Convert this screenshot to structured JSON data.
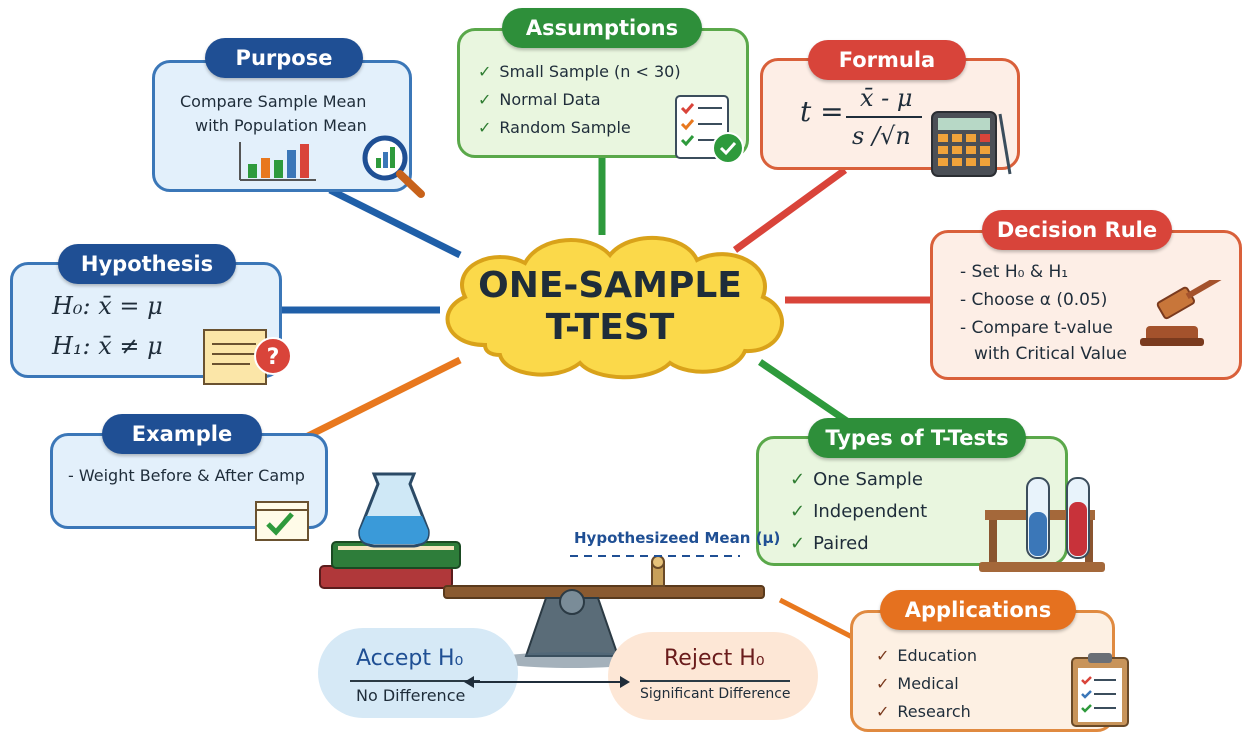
{
  "center": {
    "line1": "ONE-SAMPLE",
    "line2": "T-TEST"
  },
  "purpose": {
    "title": "Purpose",
    "text_line1": "Compare Sample Mean",
    "text_line2": "with Population Mean"
  },
  "assumptions": {
    "title": "Assumptions",
    "items": [
      {
        "check": "✓",
        "label": "Small Sample (n < 30)"
      },
      {
        "check": "✓",
        "label": "Normal Data"
      },
      {
        "check": "✓",
        "label": "Random Sample"
      }
    ]
  },
  "formula": {
    "title": "Formula",
    "lhs": "t =",
    "numerator": "x̄ - μ",
    "denominator": "s /√n"
  },
  "hypothesis": {
    "title": "Hypothesis",
    "h0": "H₀: x̄ = μ",
    "h1": "H₁: x̄ ≠ μ"
  },
  "decision_rule": {
    "title": "Decision Rule",
    "items": [
      "- Set H₀ & H₁",
      "- Choose α (0.05)",
      "- Compare t-value",
      "with Critical Value"
    ]
  },
  "example": {
    "title": "Example",
    "text": "- Weight Before & After Camp"
  },
  "types": {
    "title": "Types of T-Tests",
    "items": [
      {
        "check": "✓",
        "label": "One Sample"
      },
      {
        "check": "✓",
        "label": "Independent"
      },
      {
        "check": "✓",
        "label": "Paired"
      }
    ]
  },
  "applications": {
    "title": "Applications",
    "items": [
      {
        "check": "✓",
        "label": "Education"
      },
      {
        "check": "✓",
        "label": "Medical"
      },
      {
        "check": "✓",
        "label": "Research"
      }
    ]
  },
  "scale": {
    "hypothesized_mean": "Hypothesizeed Mean (μ)",
    "accept": {
      "title": "Accept H₀",
      "sub": "No Difference"
    },
    "reject": {
      "title": "Reject H₀",
      "sub": "Significant Difference"
    }
  },
  "colors": {
    "blue": "#1f5fa8",
    "green": "#2e9a3c",
    "red": "#d9443a",
    "orange": "#e8781e",
    "cloud": "#fbd94a"
  },
  "icons": [
    "magnifier-chart-icon",
    "checklist-icon",
    "calculator-icon",
    "gavel-icon",
    "question-note-icon",
    "calendar-check-icon",
    "test-tubes-icon",
    "clipboard-icon",
    "beaker-books-icon",
    "balance-scale-icon"
  ]
}
